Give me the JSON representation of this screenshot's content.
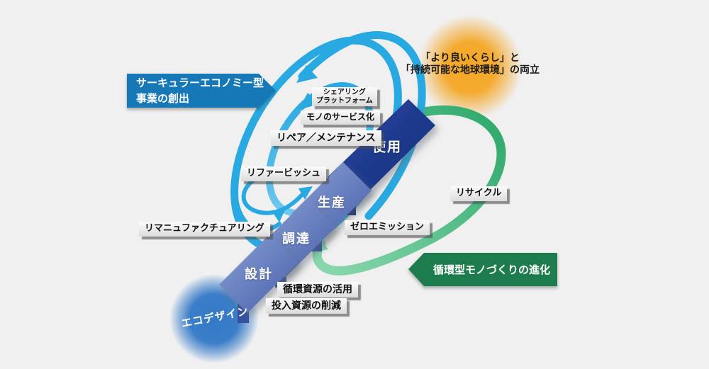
{
  "palette": {
    "background": "#f0f0f1",
    "cyan_arrow": "#29a9e1",
    "step_blue_light": "#8aa0d4",
    "step_blue_dark": "#4760ab",
    "use_navy_light": "#2a49a3",
    "use_navy_dark": "#122c78",
    "green_arrow_dark": "#2fa96c",
    "green_arrow_light": "#8ad7ae",
    "banner_blue": "#1478b6",
    "banner_green": "#1d7c4d",
    "glow_orange": "#f4a41d",
    "glow_blue": "#2e75c5"
  },
  "banner_circular_economy": {
    "line1": "サーキュラーエコノミー型",
    "line2": "事業の創出"
  },
  "goal_text": {
    "line1": "「より良いくらし」と",
    "line2": "「持続可能な地球環境」の両立"
  },
  "banner_monozukuri": {
    "label": "循環型モノづくりの進化"
  },
  "eco_design": {
    "label": "エコデザイン"
  },
  "steps": {
    "design": "設計",
    "procurement": "調達",
    "production": "生産",
    "use": "使用"
  },
  "ce_labels": {
    "sharing_line1": "シェアリング",
    "sharing_line2": "プラットフォーム",
    "servitization": "モノのサービス化",
    "repair": "リペア／メンテナンス",
    "refurbish": "リファービッシュ",
    "remanufacturing": "リマニュファクチュアリング"
  },
  "cycle_labels": {
    "recycle": "リサイクル",
    "zero_emission": "ゼロエミッション",
    "circular_resource_use": "循環資源の活用",
    "input_resource_reduction": "投入資源の削減"
  }
}
